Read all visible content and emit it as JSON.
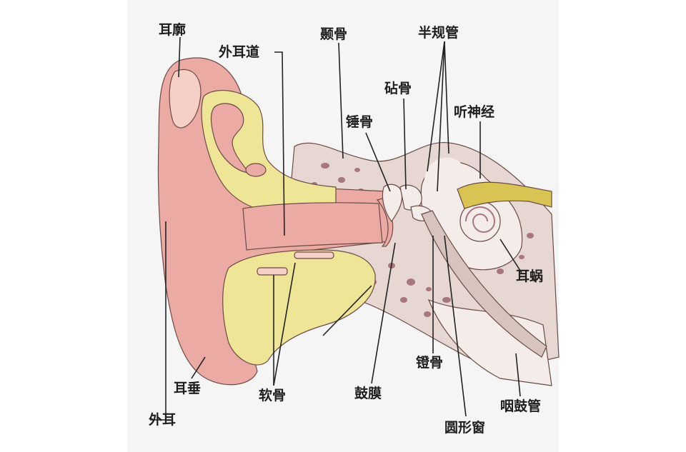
{
  "colors": {
    "background": "#f5f5f5",
    "skin": "#ecaaa4",
    "skin_light": "#f6cfc6",
    "cartilage": "#efe597",
    "bone": "#e7d7d3",
    "bone_spot": "#a8767c",
    "inner_ear": "#f3ece9",
    "tube": "#d8c4be",
    "nerve": "#d9c352",
    "leader": "#222222"
  },
  "labels": {
    "auricle": "耳廓",
    "ear_canal": "外耳道",
    "temporal_bone": "颞骨",
    "semicircular_canals": "半规管",
    "incus": "砧骨",
    "malleus": "锤骨",
    "auditory_nerve": "听神经",
    "outer_ear": "外耳",
    "earlobe": "耳垂",
    "cartilage": "软骨",
    "eardrum": "鼓膜",
    "stapes": "镫骨",
    "round_window": "圆形窗",
    "cochlea": "耳蜗",
    "eustachian_tube": "咽鼓管"
  }
}
